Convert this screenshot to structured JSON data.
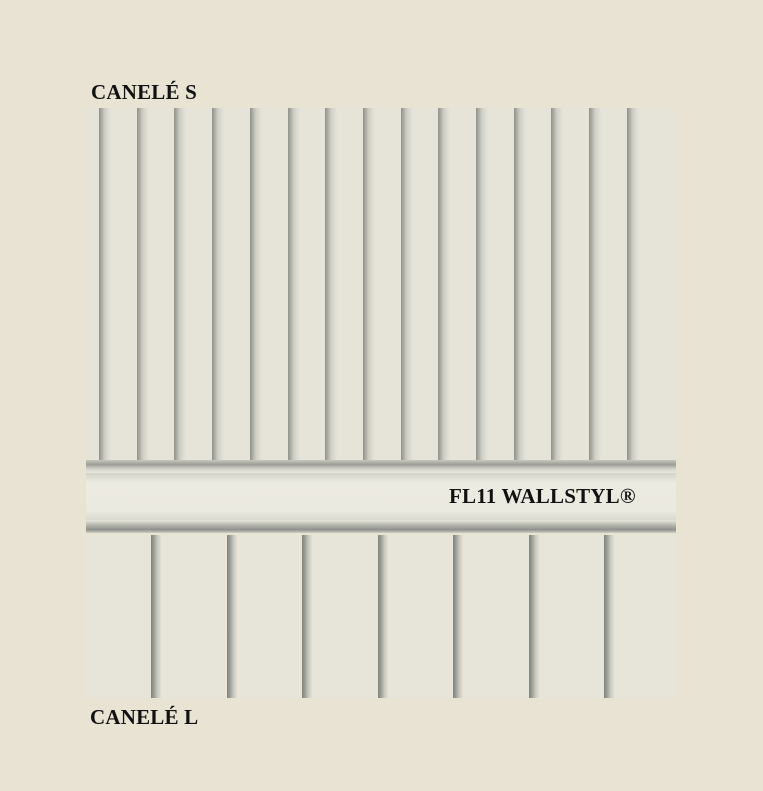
{
  "labels": {
    "top": "CANELÉ S",
    "bottom": "CANELÉ L",
    "product": "FL11 WALLSTYL®"
  },
  "colors": {
    "background": "#e9e3d3",
    "panel": "#e6e4d9",
    "shadow": "#8f918a"
  },
  "panels": {
    "top_flute_count": 15,
    "bottom_flute_count": 8
  }
}
